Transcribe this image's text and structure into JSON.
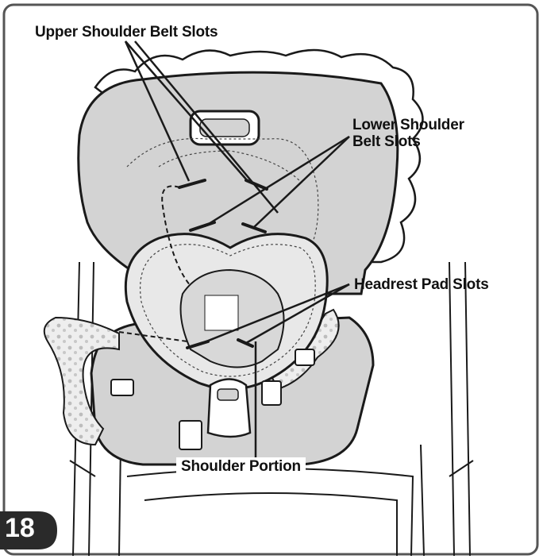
{
  "labels": {
    "upper_slots": "Upper Shoulder Belt Slots",
    "lower_slots_line1": "Lower Shoulder",
    "lower_slots_line2": "Belt Slots",
    "headrest_slots": "Headrest Pad Slots",
    "shoulder_portion": "Shoulder Portion"
  },
  "page_number": "18",
  "colors": {
    "seat_fill": "#d3d3d3",
    "pad_fill": "#e6e6e6",
    "line": "#1a1a1a",
    "badge": "#2a2a2a"
  }
}
